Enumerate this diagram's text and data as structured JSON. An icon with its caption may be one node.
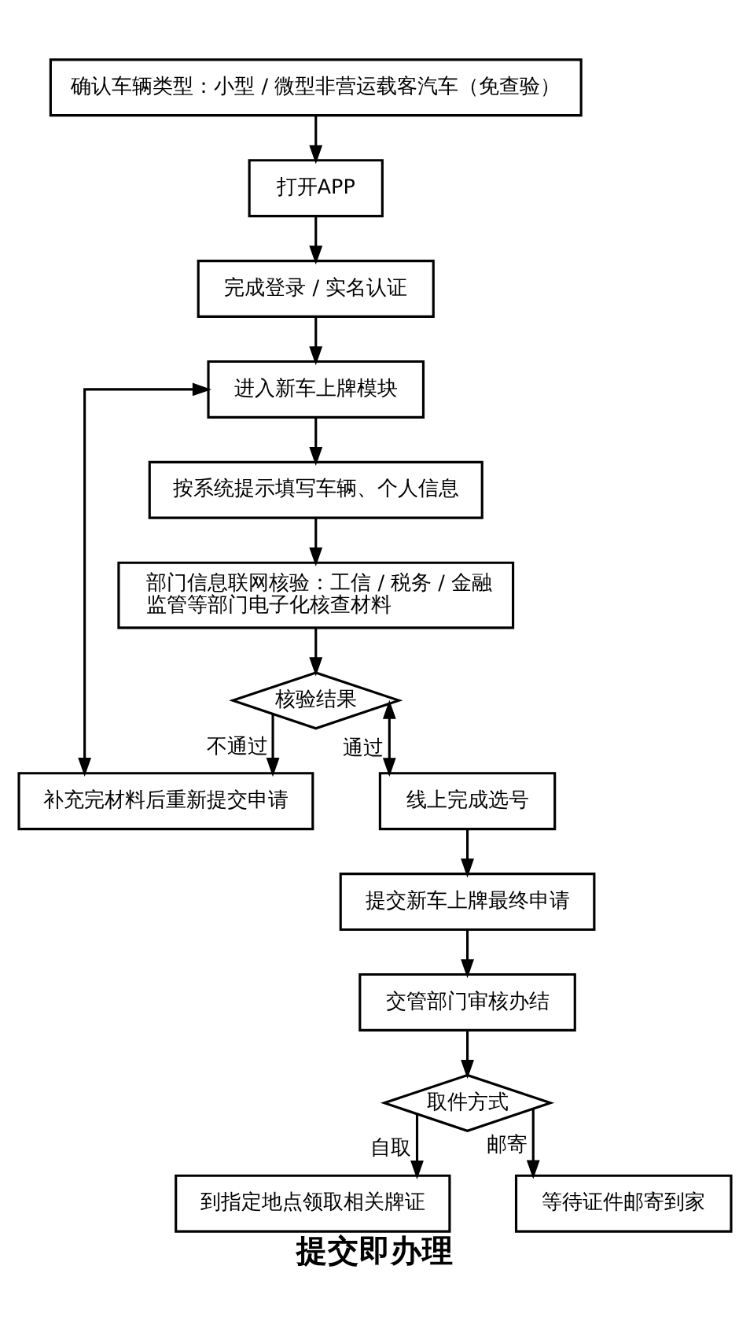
{
  "diagram": {
    "caption": "提交即办理",
    "nodes": [
      {
        "text": [
          "确认车辆类型：小型 / 微型非营运载客汽车（免查验）"
        ]
      },
      {
        "text": [
          "打开APP"
        ]
      },
      {
        "text": [
          "完成登录 / 实名认证"
        ]
      },
      {
        "text": [
          "进入新车上牌模块"
        ]
      },
      {
        "text": [
          "按系统提示填写车辆、个人信息"
        ]
      },
      {
        "text": [
          "部门信息联网核验：工信 / 税务 / 金融监管等部门电子化核查材料"
        ]
      },
      {
        "text": [
          "核验结果"
        ]
      },
      {
        "text": [
          "补充完材料后重新提交申请"
        ]
      },
      {
        "text": [
          "线上完成选号"
        ]
      },
      {
        "text": [
          "提交新车上牌最终申请"
        ]
      },
      {
        "text": [
          "交管部门审核办结"
        ]
      },
      {
        "text": [
          "取件方式"
        ]
      },
      {
        "text": [
          "到指定地点领取相关牌证"
        ]
      },
      {
        "text": [
          "等待证件邮寄到家"
        ]
      }
    ],
    "edges": [
      {
        "from": 0,
        "to": 1,
        "arrow": "to"
      },
      {
        "from": 1,
        "to": 2,
        "arrow": "to"
      },
      {
        "from": 2,
        "to": 3,
        "arrow": "to"
      },
      {
        "from": 3,
        "to": 4,
        "arrow": "to"
      },
      {
        "from": 4,
        "to": 5,
        "arrow": "to"
      },
      {
        "from": 5,
        "to": 6,
        "arrow": "to"
      },
      {
        "from": 6,
        "to": 7,
        "arrow": "to",
        "label": "不通过"
      },
      {
        "from": 6,
        "to": 8,
        "arrow": "both",
        "label": "通过"
      },
      {
        "from": 7,
        "to": 3,
        "arrow": "both"
      },
      {
        "from": 8,
        "to": 9,
        "arrow": "to"
      },
      {
        "from": 9,
        "to": 10,
        "arrow": "to"
      },
      {
        "from": 10,
        "to": 11,
        "arrow": "to"
      },
      {
        "from": 11,
        "to": 12,
        "arrow": "to",
        "label": "自取"
      },
      {
        "from": 11,
        "to": 13,
        "arrow": "to",
        "label": "邮寄"
      }
    ]
  }
}
